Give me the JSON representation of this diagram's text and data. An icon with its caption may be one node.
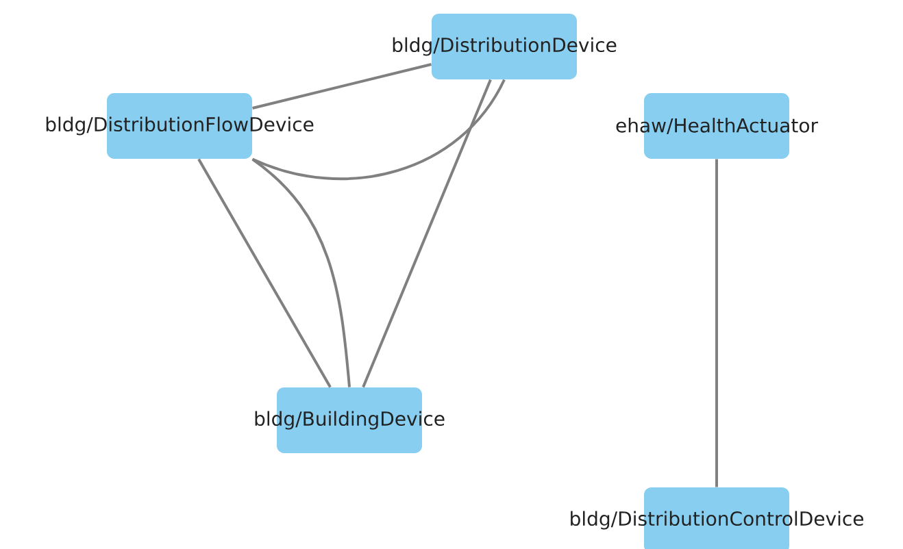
{
  "diagram": {
    "nodes": [
      {
        "text": [
          "bldg/DistributionDevice"
        ]
      },
      {
        "text": [
          "bldg/DistributionFlowDevice"
        ]
      },
      {
        "text": [
          "ehaw/HealthActuator"
        ]
      },
      {
        "text": [
          "bldg/BuildingDevice"
        ]
      },
      {
        "text": [
          "bldg/DistributionControlDevice"
        ]
      }
    ],
    "edges": [
      {
        "from": 1,
        "to": 0,
        "arrow": "none"
      },
      {
        "from": 1,
        "to": 0,
        "arrow": "none"
      },
      {
        "from": 1,
        "to": 3,
        "arrow": "none"
      },
      {
        "from": 1,
        "to": 3,
        "arrow": "none"
      },
      {
        "from": 0,
        "to": 3,
        "arrow": "none"
      },
      {
        "from": 2,
        "to": 4,
        "arrow": "none"
      }
    ]
  }
}
